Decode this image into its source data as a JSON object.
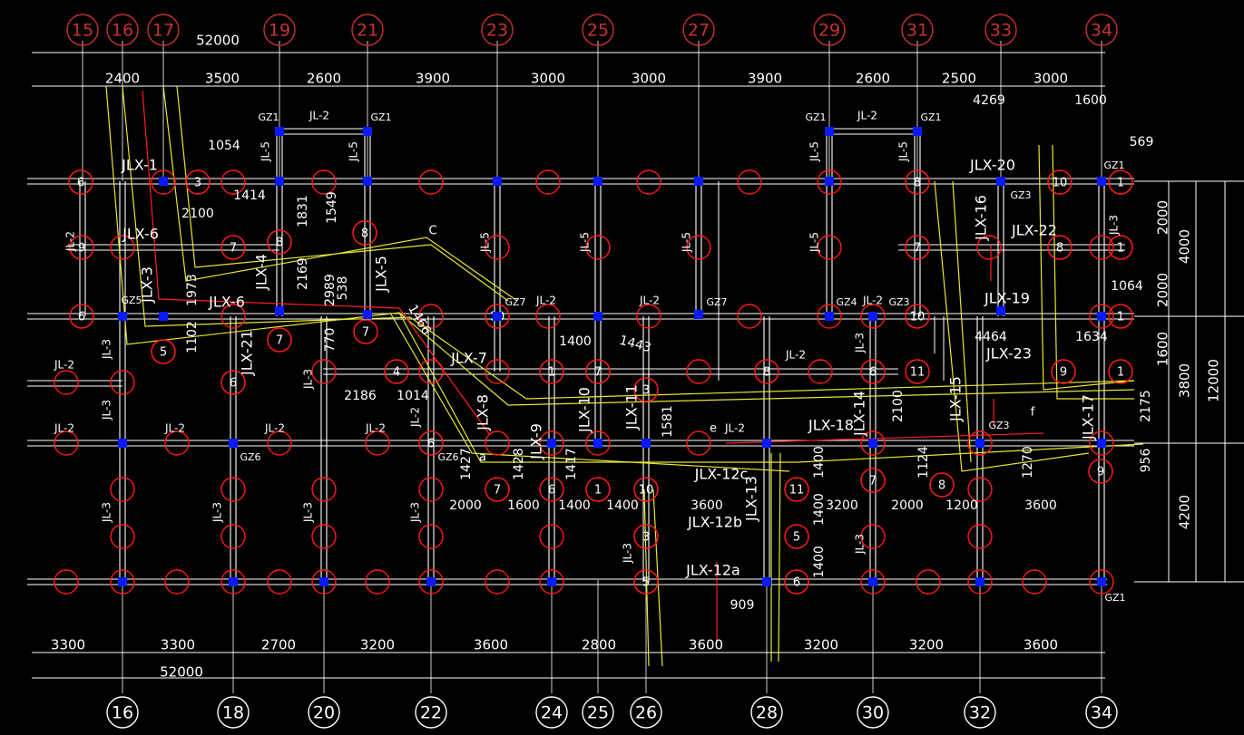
{
  "colors": {
    "background": "#000000",
    "wall": "#ffffff",
    "dim": "#ffffff",
    "axis_bubble": "#c83232",
    "axis_text": "#c83232",
    "pile": "#ff1a1a",
    "pile_text": "#ffffff",
    "column": "#0a1aff",
    "route_yellow": "#e6e632",
    "route_red": "#ff2020"
  },
  "axes_top": [
    "15",
    "16",
    "17",
    "19",
    "21",
    "23",
    "25",
    "27",
    "29",
    "31",
    "33",
    "34"
  ],
  "axes_bottom": [
    "16",
    "18",
    "20",
    "22",
    "24",
    "25",
    "26",
    "28",
    "30",
    "32",
    "34"
  ],
  "dims_total": {
    "top": "52000",
    "bottom": "52000"
  },
  "dims_top_row": [
    "2400",
    "3500",
    "2600",
    "3900",
    "3000",
    "3000",
    "3900",
    "2600",
    "2500",
    "3000"
  ],
  "dims_bottom_row": [
    "3300",
    "3300",
    "2700",
    "3200",
    "3600",
    "2800",
    "3600",
    "3200",
    "3200",
    "3600"
  ],
  "dims_right": [
    "2000",
    "2000",
    "4000",
    "1600",
    "3800",
    "12000",
    "4200"
  ],
  "dims_misc": [
    "4269",
    "1600",
    "569",
    "1054",
    "1414",
    "2100",
    "1831",
    "1549",
    "2169",
    "2989",
    "538",
    "770",
    "1973",
    "1102",
    "1466",
    "2186",
    "1014",
    "1400",
    "1443",
    "1581",
    "1064",
    "4464",
    "1634",
    "2175",
    "956",
    "2100",
    "1124",
    "1270",
    "1400",
    "1400",
    "1400",
    "2000",
    "1600",
    "1400",
    "1400",
    "3600",
    "3200",
    "2000",
    "1200",
    "3600",
    "909",
    "1427",
    "1428",
    "1417"
  ],
  "beam_labels": [
    "JL-2",
    "JL-2",
    "JL-5",
    "JL-5",
    "JL-5",
    "JL-5",
    "JL-5",
    "JL-5",
    "JL-5",
    "JL-5",
    "JL-3",
    "JL-3",
    "JL-3",
    "JL-3",
    "JL-3",
    "JL-3",
    "JL-3",
    "JL-2",
    "JL-2",
    "JL-2",
    "JL-2",
    "JL-2",
    "JL-2",
    "JL-2",
    "JL-2",
    "JL-2",
    "JL-2",
    "JL-2",
    "JL-3",
    "JL-3",
    "JL-2",
    "JL-3",
    "JL-3"
  ],
  "column_labels": [
    "GZ1",
    "GZ1",
    "GZ1",
    "GZ1",
    "GZ1",
    "GZ5",
    "GZ7",
    "GZ7",
    "GZ4",
    "GZ3",
    "GZ3",
    "GZ3",
    "GZ6",
    "GZ6",
    "GZ1"
  ],
  "cap_labels": [
    "JLX-1",
    "JLX-6",
    "JLX-3",
    "JLX-4",
    "JLX-6",
    "JLX-5",
    "JLX-21",
    "JLX-7",
    "JLX-8",
    "JLX-9",
    "JLX-10",
    "JLX-11",
    "JLX-12c",
    "JLX-12b",
    "JLX-12a",
    "JLX-13",
    "JLX-18",
    "JLX-14",
    "JLX-15",
    "JLX-16",
    "JLX-17",
    "JLX-19",
    "JLX-20",
    "JLX-22",
    "JLX-23"
  ],
  "misc_labels": [
    "C",
    "e",
    "a",
    "f"
  ],
  "pile_numbers": [
    "6",
    "3",
    "9",
    "7",
    "8",
    "8",
    "6",
    "5",
    "7",
    "7",
    "4",
    "6",
    "6",
    "7",
    "10",
    "1",
    "7",
    "3",
    "6",
    "1",
    "10",
    "11",
    "5",
    "3",
    "5",
    "6",
    "8",
    "6",
    "7",
    "11",
    "8",
    "7",
    "8",
    "10",
    "1",
    "10",
    "1",
    "1",
    "1",
    "9",
    "9",
    "8"
  ]
}
